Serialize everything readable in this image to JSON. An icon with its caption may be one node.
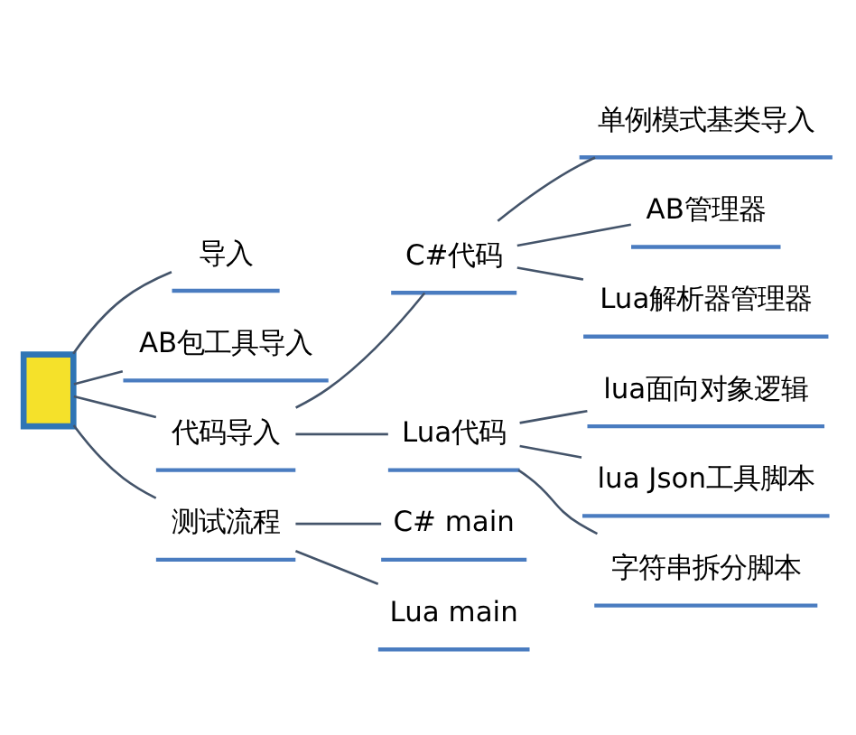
{
  "diagram": {
    "nodes": [
      {
        "text": [],
        "shape": "box"
      },
      {
        "text": [
          "导入"
        ]
      },
      {
        "text": [
          "AB包工具导入"
        ]
      },
      {
        "text": [
          "代码导入"
        ]
      },
      {
        "text": [
          "C#代码"
        ]
      },
      {
        "text": [
          "单例模式基类导入"
        ]
      },
      {
        "text": [
          "AB管理器"
        ]
      },
      {
        "text": [
          "Lua解析器管理器"
        ]
      },
      {
        "text": [
          "Lua代码"
        ]
      },
      {
        "text": [
          "lua面向对象逻辑"
        ]
      },
      {
        "text": [
          "lua Json工具脚本"
        ]
      },
      {
        "text": [
          "字符串拆分脚本"
        ]
      },
      {
        "text": [
          "测试流程"
        ]
      },
      {
        "text": [
          "C# main"
        ]
      },
      {
        "text": [
          "Lua main"
        ]
      }
    ],
    "edges": [
      {
        "from": 0,
        "to": 1,
        "arrow": "none"
      },
      {
        "from": 0,
        "to": 2,
        "arrow": "none"
      },
      {
        "from": 0,
        "to": 3,
        "arrow": "none"
      },
      {
        "from": 0,
        "to": 12,
        "arrow": "none"
      },
      {
        "from": 3,
        "to": 4,
        "arrow": "none"
      },
      {
        "from": 3,
        "to": 8,
        "arrow": "none"
      },
      {
        "from": 4,
        "to": 5,
        "arrow": "none"
      },
      {
        "from": 4,
        "to": 6,
        "arrow": "none"
      },
      {
        "from": 4,
        "to": 7,
        "arrow": "none"
      },
      {
        "from": 8,
        "to": 9,
        "arrow": "none"
      },
      {
        "from": 8,
        "to": 10,
        "arrow": "none"
      },
      {
        "from": 8,
        "to": 11,
        "arrow": "none"
      },
      {
        "from": 12,
        "to": 13,
        "arrow": "none"
      },
      {
        "from": 12,
        "to": 14,
        "arrow": "none"
      }
    ]
  }
}
